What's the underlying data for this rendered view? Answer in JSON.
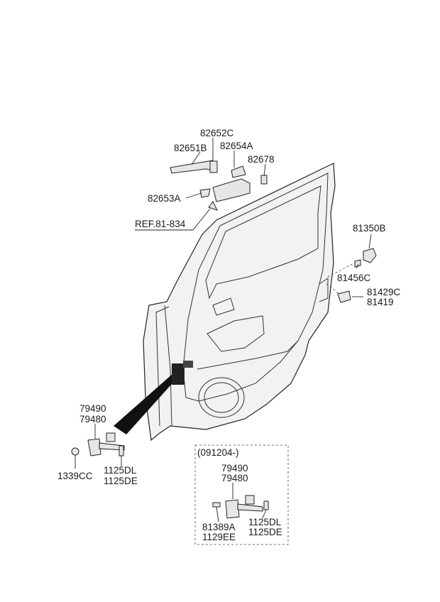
{
  "labels": {
    "p82652C": "82652C",
    "p82651B": "82651B",
    "p82654A": "82654A",
    "p82678": "82678",
    "p82653A": "82653A",
    "ref": "REF.81-834",
    "p81350B": "81350B",
    "p81456C": "81456C",
    "p81429C": "81429C",
    "p81419": "81419",
    "p79490": "79490",
    "p79480": "79480",
    "p1339CC": "1339CC",
    "p1125DL": "1125DL",
    "p1125DE": "1125DE"
  },
  "inset": {
    "date": "(091204-)",
    "p79490": "79490",
    "p79480": "79480",
    "p81389A": "81389A",
    "p1129EE": "1129EE",
    "p1125DL": "1125DL",
    "p1125DE": "1125DE"
  }
}
